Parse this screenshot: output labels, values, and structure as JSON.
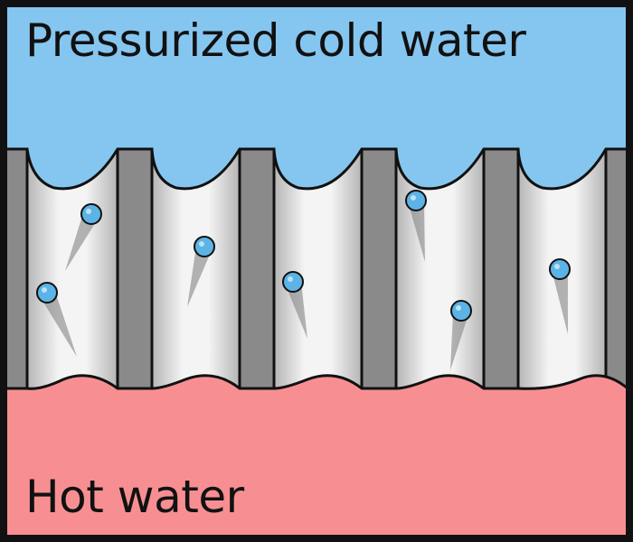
{
  "labels": {
    "top": "Pressurized cold water",
    "bottom": "Hot water"
  },
  "colors": {
    "cold_water": "#85C6F0",
    "hot_water": "#F78F92",
    "membrane_wall": "#8A8A8A",
    "channel_light": "#F2F2F2",
    "channel_shade": "#BDBDBD",
    "droplet": "#5BB4E5",
    "outline": "#111111"
  },
  "diagram": {
    "channel_count": 5,
    "droplet_count": 7
  }
}
